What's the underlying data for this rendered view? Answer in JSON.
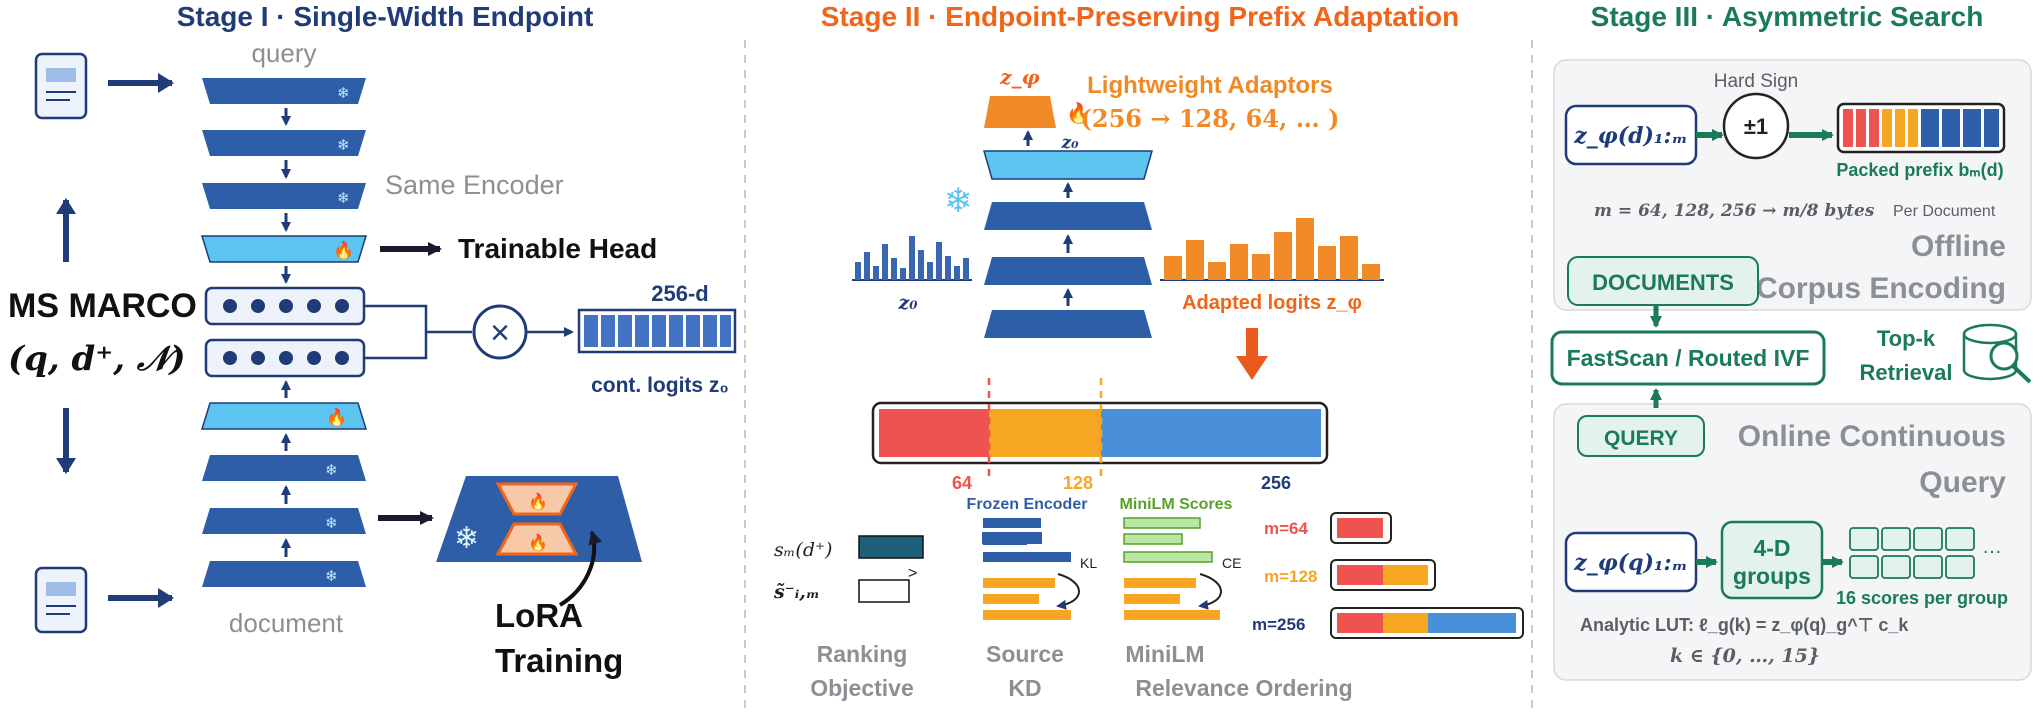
{
  "colors": {
    "navy": "#1f3b78",
    "encoder_blue": "#2f5ea8",
    "light_blue": "#5bc4f0",
    "orange": "#f08a24",
    "red": "#ef5350",
    "amber": "#f6a623",
    "sky": "#4a90d9",
    "teal": "#1a7a5a",
    "gray": "#8c8f94",
    "green": "#5aa02c"
  },
  "stage1": {
    "title": "Stage I · Single-Width Endpoint",
    "query_label": "query",
    "document_label": "document",
    "same_encoder": "Same Encoder",
    "trainable_head": "Trainable Head",
    "dataset_name": "MS MARCO",
    "dataset_tuple": "(q, d⁺, 𝒩)",
    "multiply": "×",
    "logits_dim": "256-d",
    "logits_caption": "cont. logits z₀",
    "lora_line1": "LoRA",
    "lora_line2": "Training"
  },
  "stage2": {
    "title": "Stage II · Endpoint-Preserving Prefix Adaptation",
    "z_phi": "z_φ",
    "z0_small": "z₀",
    "adaptors_title": "Lightweight Adaptors",
    "adaptors_sub": "(256 → 128, 64, … )",
    "z0_hist_label": "z₀",
    "adapted_label": "Adapted logits z_φ",
    "prefix_64": "64",
    "prefix_128": "128",
    "prefix_256": "256",
    "rank_s_pos": "sₘ(d⁺)",
    "rank_s_neg": "s̃⁻ᵢ,ₘ",
    "rank_gt": ">",
    "rank_caption_1": "Ranking",
    "rank_caption_2": "Objective",
    "frozen_encoder": "Frozen Encoder",
    "kl": "KL",
    "kd_caption_1": "Source",
    "kd_caption_2": "KD",
    "minilm_scores": "MiniLM Scores",
    "ce": "CE",
    "minilm_caption_1": "MiniLM",
    "minilm_caption_2": "Relevance Ordering",
    "m64": "m=64",
    "m128": "m=128",
    "m256": "m=256"
  },
  "stage3": {
    "title": "Stage III · Asymmetric Search",
    "hard_sign": "Hard Sign",
    "z_doc": "z_φ(d)₁:ₘ",
    "pm1": "±1",
    "packed_prefix": "Packed prefix bₘ(d)",
    "bytes_formula": "m = 64, 128, 256 → m/8 bytes",
    "per_document": "Per Document",
    "offline_1": "Offline",
    "offline_2": "Corpus Encoding",
    "documents": "DOCUMENTS",
    "fastscan": "FastScan / Routed IVF",
    "topk_1": "Top-k",
    "topk_2": "Retrieval",
    "query_btn": "QUERY",
    "online_1": "Online Continuous",
    "online_2": "Query",
    "z_query": "z_φ(q)₁:ₘ",
    "groups_1": "4-D",
    "groups_2": "groups",
    "ellipsis": "…",
    "scores_per_group": "16 scores per group",
    "lut_line": "Analytic LUT: ℓ_g(k) = z_φ(q)_g^⊤ c_k",
    "k_range": "k ∈ {0, …, 15}"
  }
}
